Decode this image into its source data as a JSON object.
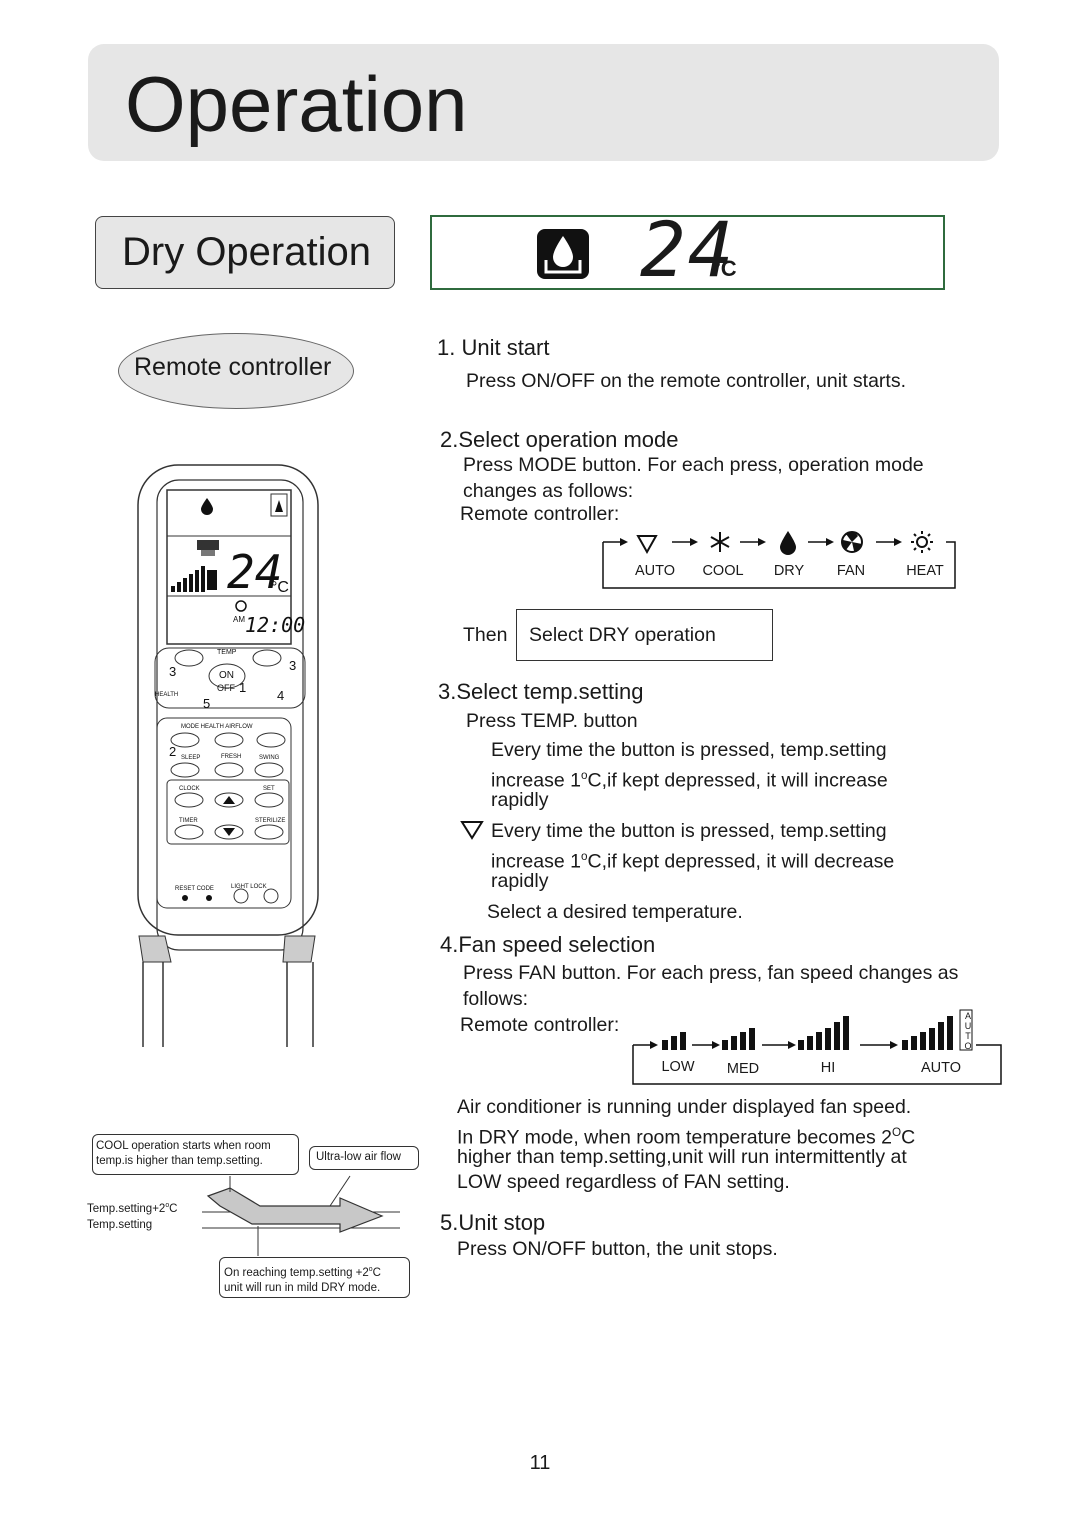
{
  "header": {
    "title": "Operation"
  },
  "section": {
    "title": "Dry Operation"
  },
  "display": {
    "temperature": "24",
    "unit": "°C"
  },
  "remote_label": "Remote controller",
  "steps": {
    "s1": {
      "title": "1. Unit start",
      "text": "Press ON/OFF on the remote controller, unit starts."
    },
    "s2": {
      "title": "2.Select operation mode",
      "line1": "Press MODE button. For each press, operation mode",
      "line2": "changes as follows:",
      "rc": "Remote controller:",
      "modes": [
        "AUTO",
        "COOL",
        "DRY",
        "FAN",
        "HEAT"
      ],
      "then": "Then",
      "select": "Select DRY operation"
    },
    "s3": {
      "title": "3.Select temp.setting",
      "press": "Press TEMP. button",
      "up1": "Every time the button is pressed, temp.setting",
      "up2a": "increase 1",
      "up2sup": "o",
      "up2b": "C,if kept depressed, it will increase",
      "up3": "rapidly",
      "dn1": "Every time the button is pressed, temp.setting",
      "dn2a": "increase 1",
      "dn2sup": "o",
      "dn2b": "C,if kept depressed, it will decrease",
      "dn3": "rapidly",
      "desired": "Select a desired temperature."
    },
    "s4": {
      "title": "4.Fan speed selection",
      "line1": "Press FAN button. For each press, fan speed changes as",
      "line2": "follows:",
      "rc": "Remote controller:",
      "speeds": [
        "LOW",
        "MED",
        "HI",
        "AUTO"
      ],
      "auto_letters": [
        "A",
        "U",
        "T",
        "O"
      ],
      "note1": "Air conditioner is running under displayed fan speed.",
      "note2a": "In DRY mode, when room temperature becomes 2",
      "note2sup": "O",
      "note2b": "C",
      "note3": "higher than temp.setting,unit will run intermittently at",
      "note4": "LOW speed regardless of FAN setting."
    },
    "s5": {
      "title": "5.Unit stop",
      "text": "Press ON/OFF button, the unit stops."
    }
  },
  "remote": {
    "lcd_time": "12:00",
    "am": "AM",
    "lcd_temp": "24",
    "lcd_unit": "°C",
    "labels": {
      "temp": "TEMP",
      "on": "ON",
      "off": "OFF",
      "health": "HEALTH",
      "mode": "MODE",
      "health_airflow": "HEALTH AIRFLOW",
      "sleep": "SLEEP",
      "fresh": "FRESH",
      "swing": "SWING",
      "clock": "CLOCK",
      "set": "SET",
      "timer": "TIMER",
      "sterilize": "STERILIZE",
      "reset": "RESET",
      "code": "CODE",
      "light": "LIGHT",
      "lock": "LOCK"
    },
    "callouts": [
      "3",
      "3",
      "1",
      "4",
      "5",
      "2"
    ]
  },
  "diagram": {
    "cool_note1": "COOL operation starts when room",
    "cool_note2": "temp.is higher than temp.setting.",
    "ultra_low": "Ultra-low air flow",
    "temp_plus": "Temp.setting+2",
    "temp_plus_sup": "o",
    "temp_plus_c": "C",
    "temp_setting": "Temp.setting",
    "reach1a": "On reaching temp.setting +2",
    "reach1sup": "o",
    "reach1b": "C",
    "reach2": "unit will run in mild DRY mode."
  },
  "page_number": "11"
}
